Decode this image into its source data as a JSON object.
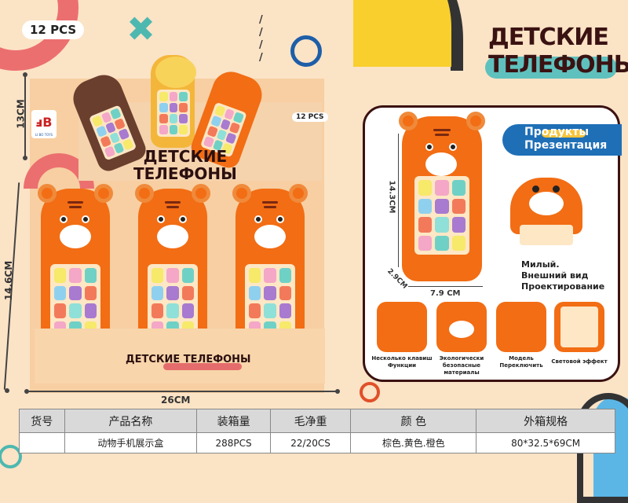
{
  "badge_top": "12 PCS",
  "title": {
    "line1": "ДЕТСКИЕ",
    "line2": "ТЕЛЕФОНЫ"
  },
  "display_box": {
    "badge": "12 PCS",
    "logo_text": "LI BO TOYS",
    "title_line1": "ДЕТСКИЕ",
    "title_line2": "ТЕЛЕФОНЫ",
    "banner_title": "ДЕТСКИЕ ТЕЛЕФОНЫ",
    "phones_top": [
      {
        "animal": "bear",
        "color": "#6b3f2e"
      },
      {
        "animal": "hamster",
        "color": "#f4b63a"
      },
      {
        "animal": "tiger",
        "color": "#f26d14"
      }
    ],
    "phones_front_count": 3
  },
  "dimensions": {
    "box_top_height": "13CM",
    "box_front_height": "14.6CM",
    "box_width": "26CM"
  },
  "product_card": {
    "badge_line1": "Продукты",
    "badge_line2": "Презентация",
    "phone_height": "14.3CM",
    "phone_width": "7.9 CM",
    "phone_depth": "2.9CM",
    "description": [
      "Милый.",
      "Внешний вид",
      "Проектирование"
    ],
    "features": [
      {
        "label": "Несколько клавиш Функции"
      },
      {
        "label": "Экологически безопасные материалы"
      },
      {
        "label": "Модель Переключить"
      },
      {
        "label": "Световой эффект"
      }
    ],
    "button_colors": [
      "#f7e96a",
      "#f4a7c6",
      "#6fd1c6",
      "#8fd0ef",
      "#a87ad0",
      "#f27a5a",
      "#f27a5a",
      "#8fe0d8",
      "#a87ad0",
      "#f4a7c6",
      "#6fd1c6",
      "#f7e96a"
    ]
  },
  "table": {
    "headers": [
      "货号",
      "产品名称",
      "装箱量",
      "毛净重",
      "颜 色",
      "外箱规格"
    ],
    "rows": [
      [
        "",
        "动物手机展示盒",
        "288PCS",
        "22/20CS",
        "棕色.黄色.橙色",
        "80*32.5*69CM"
      ]
    ]
  },
  "colors": {
    "background": "#fbe3c6",
    "accent_red": "#ec6f6f",
    "accent_teal": "#4db8b0",
    "accent_blue": "#1f6fb7",
    "accent_yellow": "#f8cf2c",
    "tiger_orange": "#f26d14",
    "title_dark": "#3b1212"
  }
}
